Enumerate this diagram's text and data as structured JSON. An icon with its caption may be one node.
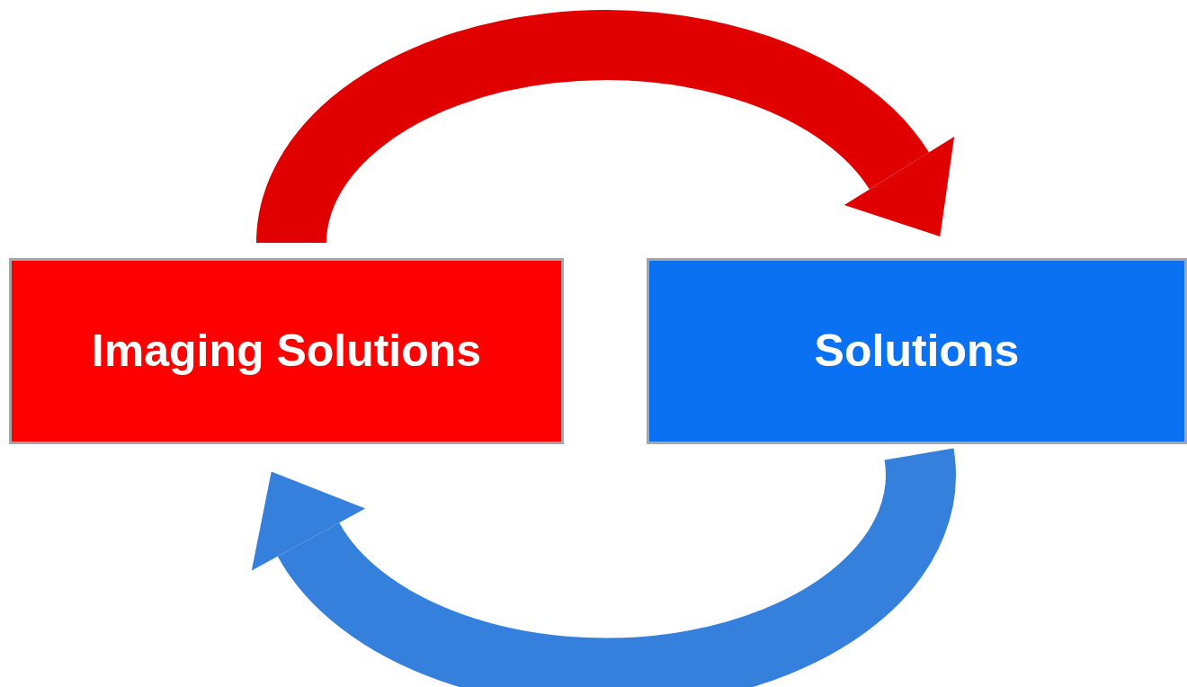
{
  "diagram": {
    "nodes": [
      {
        "text": [
          "Imaging Solutions"
        ]
      },
      {
        "text": [
          "Solutions"
        ]
      }
    ],
    "edges": [
      {
        "from": 0,
        "to": 1,
        "arrow": "to",
        "color": "#e00000"
      },
      {
        "from": 1,
        "to": 0,
        "arrow": "to",
        "color": "#3580dc"
      }
    ]
  }
}
